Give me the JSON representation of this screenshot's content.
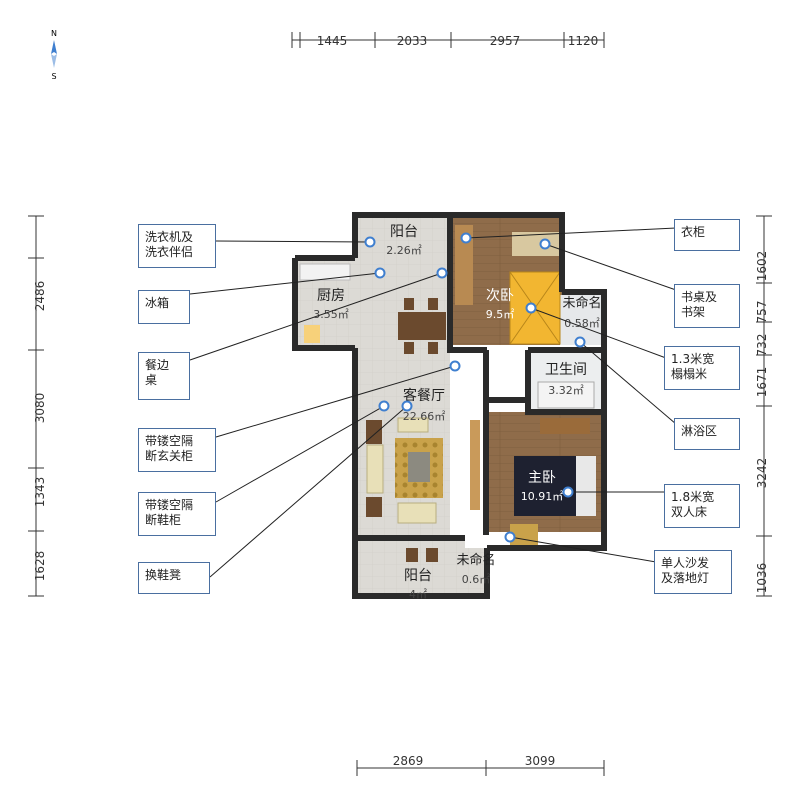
{
  "compass": {
    "north": "N",
    "south": "S"
  },
  "dimensions": {
    "top": [
      "1445",
      "2033",
      "2957",
      "1120"
    ],
    "bottom": [
      "2869",
      "3099"
    ],
    "left": [
      "2486",
      "3080",
      "1343",
      "1628"
    ],
    "right": [
      "1602",
      "757",
      "732",
      "1671",
      "3242",
      "1036"
    ]
  },
  "rooms": {
    "balcony_north": {
      "name": "阳台",
      "area": "2.26㎡"
    },
    "second_bedroom": {
      "name": "次卧",
      "area": "9.5㎡"
    },
    "unnamed_1": {
      "name": "未命名",
      "area": "0.58㎡"
    },
    "kitchen": {
      "name": "厨房",
      "area": "3.55㎡"
    },
    "bathroom": {
      "name": "卫生间",
      "area": "3.32㎡"
    },
    "living_dining": {
      "name": "客餐厅",
      "area": "22.66㎡"
    },
    "master_bedroom": {
      "name": "主卧",
      "area": "10.91㎡"
    },
    "unnamed_2": {
      "name": "未命名",
      "area": "0.6㎡"
    },
    "balcony_south": {
      "name": "阳台",
      "area": "4㎡"
    }
  },
  "callouts": {
    "washer": "洗衣机及\n洗衣伴侣",
    "fridge": "冰箱",
    "sideboard": "餐边\n桌",
    "partition_entry": "带镂空隔\n断玄关柜",
    "partition_shoe": "带镂空隔\n断鞋柜",
    "shoe_bench": "换鞋凳",
    "wardrobe": "衣柜",
    "desk": "书桌及\n书架",
    "tatami": "1.3米宽\n榻榻米",
    "shower": "淋浴区",
    "double_bed": "1.8米宽\n双人床",
    "sofa_lamp": "单人沙发\n及落地灯"
  },
  "colors": {
    "wall": "#2a2a2a",
    "floor_tile": "#d8d6d0",
    "floor_wood": "#8b6a48",
    "callout_border": "#4a6fa0",
    "marker": "#3f7fcf"
  }
}
